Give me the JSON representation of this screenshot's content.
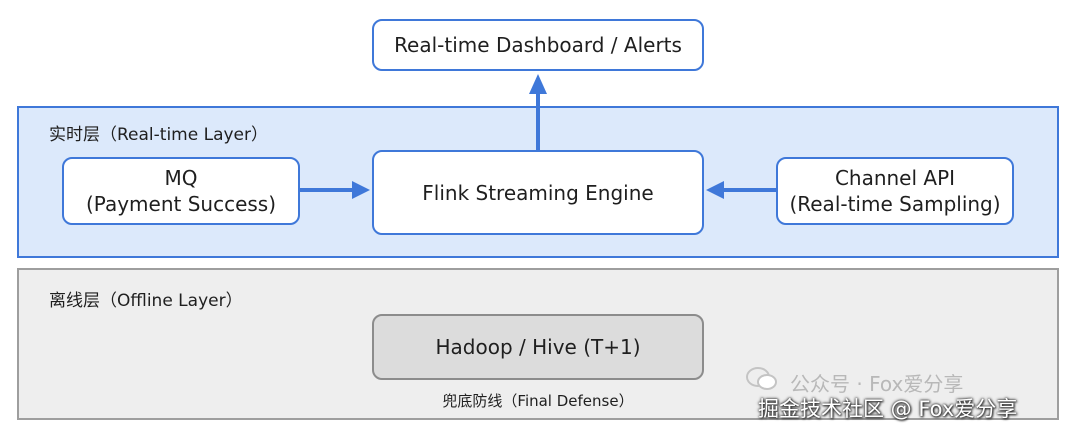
{
  "layers": {
    "realtime": {
      "title": "实时层（Real-time Layer）"
    },
    "offline": {
      "title": "离线层（Offline Layer）"
    }
  },
  "nodes": {
    "dashboard": {
      "lines": [
        "Real-time Dashboard / Alerts"
      ]
    },
    "mq": {
      "lines": [
        "MQ",
        "(Payment Success)"
      ]
    },
    "flink": {
      "lines": [
        "Flink Streaming Engine"
      ]
    },
    "channel_api": {
      "lines": [
        "Channel API",
        "(Real-time Sampling)"
      ]
    },
    "hadoop": {
      "lines": [
        "Hadoop / Hive (T+1)"
      ]
    }
  },
  "labels": {
    "final_defense": "兜底防线（Final Defense）"
  },
  "watermarks": {
    "account": "公众号 · Fox爱分享",
    "site": "掘金技术社区 @ Fox爱分享"
  },
  "colors": {
    "accent_blue": "#3f78d9",
    "realtime_fill": "#dce9fb",
    "offline_fill": "#eeeeee",
    "offline_border": "#9e9e9e",
    "hadoop_fill": "#dcdcdc"
  },
  "edges": [
    {
      "from": "mq",
      "to": "flink"
    },
    {
      "from": "channel_api",
      "to": "flink"
    },
    {
      "from": "flink",
      "to": "dashboard"
    }
  ]
}
